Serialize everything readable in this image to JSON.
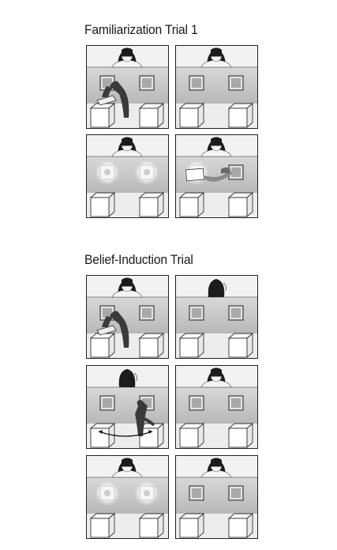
{
  "sections": [
    {
      "title": "Familiarization Trial 1"
    },
    {
      "title": "Belief-Induction Trial"
    }
  ],
  "colors": {
    "wall": "#c4c4c4",
    "ceiling": "#f2f2f2",
    "floor": "#ededed",
    "frame": "#555555",
    "agent": "#1c1c1c",
    "hand": "#3a3a3a",
    "glow": "#ffffff",
    "outline": "#333333"
  },
  "panels": [
    {
      "agent": "masked",
      "hand": "lift-left",
      "windows": "normal"
    },
    {
      "agent": "masked",
      "hand": "none",
      "windows": "normal"
    },
    {
      "agent": "masked",
      "hand": "none",
      "windows": "lit"
    },
    {
      "agent": "masked",
      "hand": "show-right",
      "windows": "lit-left-only"
    },
    {
      "agent": "masked",
      "hand": "lift-left",
      "windows": "normal"
    },
    {
      "agent": "turned",
      "hand": "none",
      "windows": "normal"
    },
    {
      "agent": "turned",
      "hand": "swap",
      "windows": "normal"
    },
    {
      "agent": "masked",
      "hand": "none",
      "windows": "normal"
    },
    {
      "agent": "masked",
      "hand": "none",
      "windows": "lit"
    },
    {
      "agent": "masked",
      "hand": "none",
      "windows": "normal"
    }
  ]
}
